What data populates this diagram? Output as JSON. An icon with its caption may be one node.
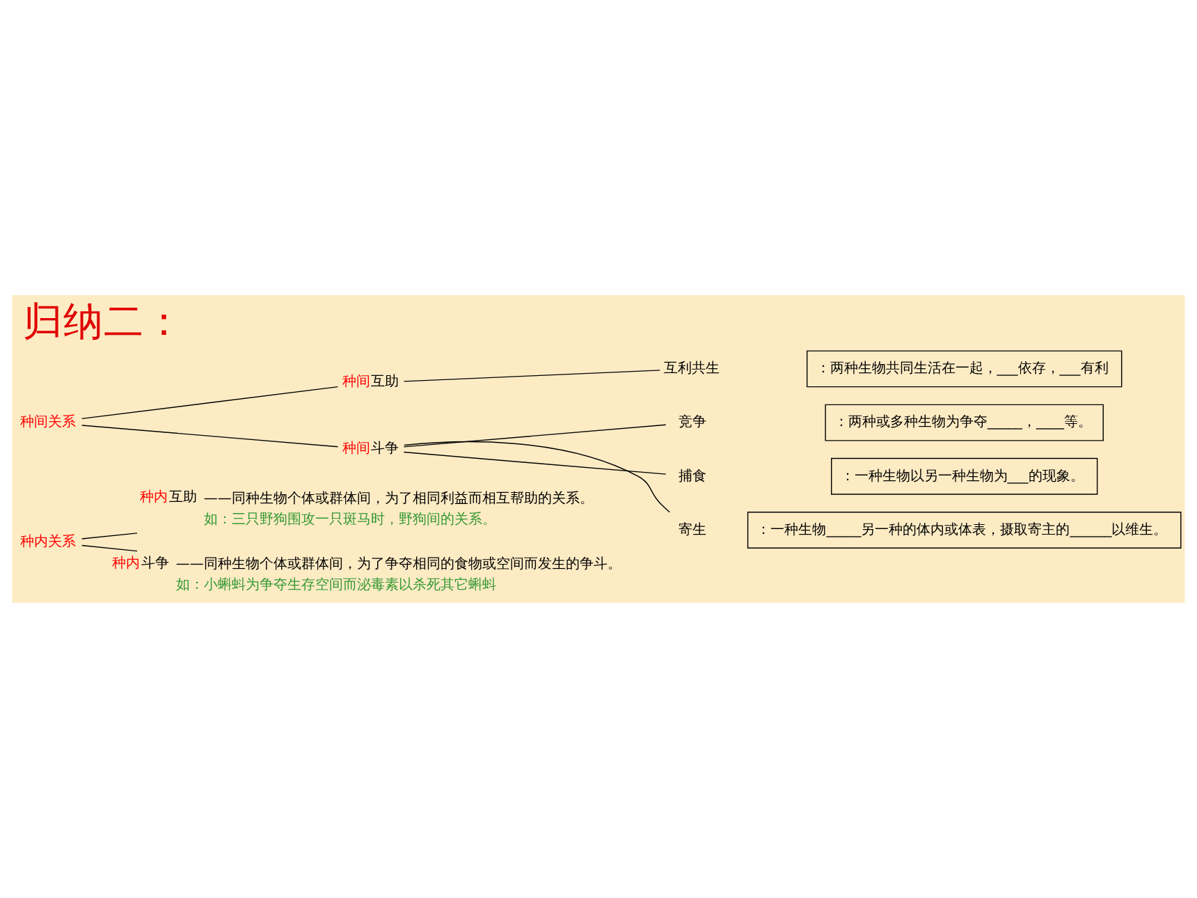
{
  "diagram": {
    "title": "归纳二：",
    "nodes": [
      {
        "text": [
          "种内关系"
        ]
      },
      {
        "text": [
          "种内互助"
        ],
        "beside": [
          "——同种生物个体或群体间，为了相同利益而相互帮助的关系。",
          "如：三只野狗围攻一只斑马时，野狗间的关系。"
        ]
      },
      {
        "text": [
          "种内斗争"
        ],
        "beside": [
          "——同种生物个体或群体间，为了争夺相同的食物或空间而发生的争斗。",
          "如：小蝌蚪为争夺生存空间而泌毒素以杀死其它蝌蚪"
        ]
      },
      {
        "text": [
          "种间关系"
        ]
      },
      {
        "text": [
          "种间互助"
        ]
      },
      {
        "text": [
          "互利共生"
        ]
      },
      {
        "text": [
          "：两种生物共同生活在一起，___依存，___有利"
        ]
      },
      {
        "text": [
          "种间斗争"
        ]
      },
      {
        "text": [
          "竞争"
        ]
      },
      {
        "text": [
          "：两种或多种生物为争夺_____，____等。"
        ]
      },
      {
        "text": [
          "捕食"
        ]
      },
      {
        "text": [
          "：一种生物以另一种生物为___的现象。"
        ]
      },
      {
        "text": [
          "寄生"
        ]
      },
      {
        "text": [
          "：一种生物_____另一种的体内或体表，摄取寄主的______以维生。"
        ]
      }
    ],
    "edges": [
      {
        "from": 0,
        "to": 1,
        "arrow": "none"
      },
      {
        "from": 0,
        "to": 2,
        "arrow": "none"
      },
      {
        "from": 3,
        "to": 4,
        "arrow": "none"
      },
      {
        "from": 3,
        "to": 7,
        "arrow": "none"
      },
      {
        "from": 4,
        "to": 5,
        "arrow": "none"
      },
      {
        "from": 7,
        "to": 8,
        "arrow": "none"
      },
      {
        "from": 7,
        "to": 10,
        "arrow": "none"
      },
      {
        "from": 7,
        "to": 12,
        "arrow": "none"
      }
    ]
  }
}
